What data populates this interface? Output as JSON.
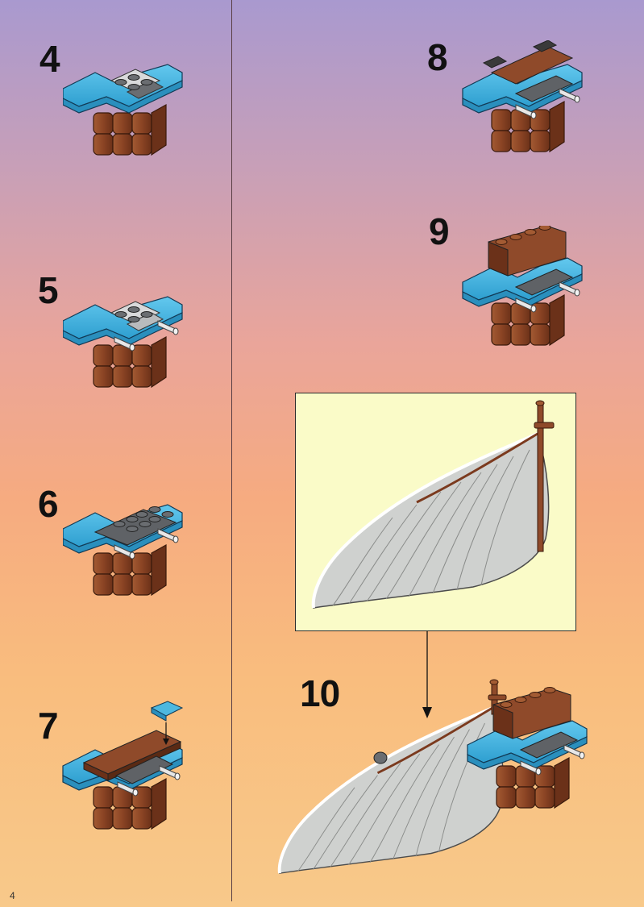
{
  "page_number": "4",
  "steps": {
    "s4": "4",
    "s5": "5",
    "s6": "6",
    "s7": "7",
    "s8": "8",
    "s9": "9",
    "s10": "10"
  },
  "colors": {
    "brown": "#8f4a2a",
    "blue": "#4db8e0",
    "dark_gray": "#5f6266",
    "light_gray": "#b9bbbd",
    "white_bar": "#e8e8e8",
    "sail": "#cfd1cf",
    "callout_bg": "#fafbc8"
  },
  "icons": [
    "lego-model-step-4",
    "lego-model-step-5",
    "lego-model-step-6",
    "lego-model-step-7",
    "lego-model-step-8",
    "lego-model-step-9",
    "sail-callout",
    "lego-model-step-10"
  ]
}
